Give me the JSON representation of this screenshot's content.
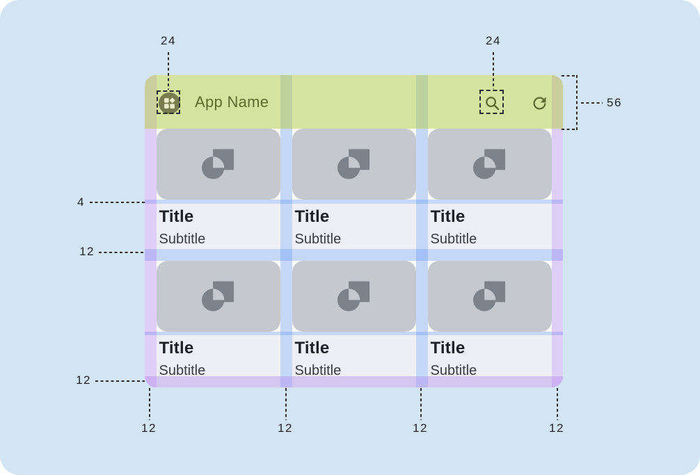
{
  "app_bar": {
    "title": "App Name",
    "logo_icon": "dashboard-logo-icon",
    "action_icons": [
      "search-icon",
      "refresh-icon"
    ]
  },
  "cards": [
    {
      "title": "Title",
      "subtitle": "Subtitle",
      "image_icon": "image-placeholder-icon"
    },
    {
      "title": "Title",
      "subtitle": "Subtitle",
      "image_icon": "image-placeholder-icon"
    },
    {
      "title": "Title",
      "subtitle": "Subtitle",
      "image_icon": "image-placeholder-icon"
    },
    {
      "title": "Title",
      "subtitle": "Subtitle",
      "image_icon": "image-placeholder-icon"
    },
    {
      "title": "Title",
      "subtitle": "Subtitle",
      "image_icon": "image-placeholder-icon"
    },
    {
      "title": "Title",
      "subtitle": "Subtitle",
      "image_icon": "image-placeholder-icon"
    }
  ],
  "annotations": {
    "logo_icon_size": "24",
    "action_icon_size": "24",
    "app_bar_height": "56",
    "image_text_gap": "4",
    "row_gutter": "12",
    "bottom_margin_side": "12",
    "bottom_left_margin": "12",
    "bottom_gutter_1": "12",
    "bottom_gutter_2": "12",
    "bottom_right_margin": "12"
  },
  "colors": {
    "canvas_bg": "#d3e4f2",
    "mockup_bg": "#fdfdfe",
    "app_bar_overlay_green": "#b7ce52",
    "margin_overlay_purple": "#b288ee",
    "gutter_overlay_blue": "#76a4f6",
    "card_image_bg": "#c5c8cf",
    "card_icon_gray": "#7b828c",
    "title_block_bg": "#edeff4",
    "title_text": "#202124",
    "subtitle_text": "#383c42",
    "app_bar_content": "#5c6b2e",
    "annotation_text": "#212327"
  }
}
